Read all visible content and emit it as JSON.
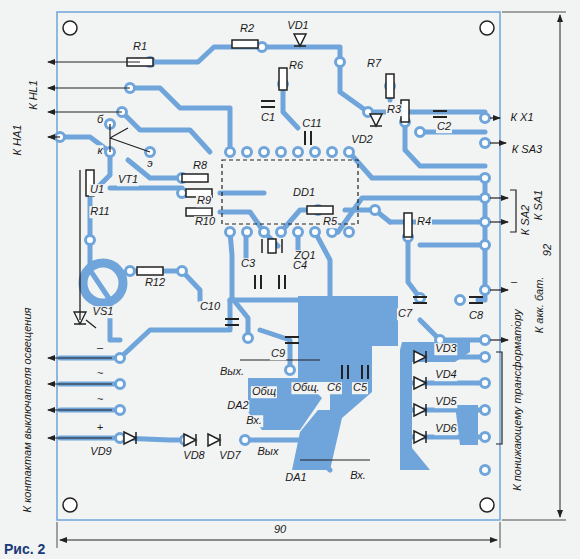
{
  "diagram": {
    "caption": "Рис. 2",
    "labels": [
      "R1",
      "R2",
      "VD1",
      "R6",
      "R7",
      "C1",
      "C11",
      "R3",
      "C2",
      "К X1",
      "VD2",
      "К SA3",
      "К HL1",
      "К HA1",
      "б",
      "к",
      "э",
      "VT1",
      "U1",
      "R8",
      "DD1",
      "R11",
      "R9",
      "R10",
      "R4",
      "К SA1",
      "К SA2",
      "R5",
      "ZQ1",
      "C3",
      "C4",
      "R12",
      "VS1",
      "C10",
      "–",
      "+",
      "К акк. бат.",
      "C8",
      "C7",
      "C9",
      "Вых.",
      "Общ",
      "Общ.",
      "C6",
      "C5",
      "VD3",
      "VD4",
      "–",
      "~",
      "~",
      "VD5",
      "VD6",
      "+",
      "VD9",
      "DA2",
      "Вх.",
      "VD8",
      "VD7",
      "Вых",
      "DA1",
      "Вх.",
      "К контактам выключателя освещения",
      "К понижающему трансформатору",
      "90",
      "92"
    ]
  }
}
